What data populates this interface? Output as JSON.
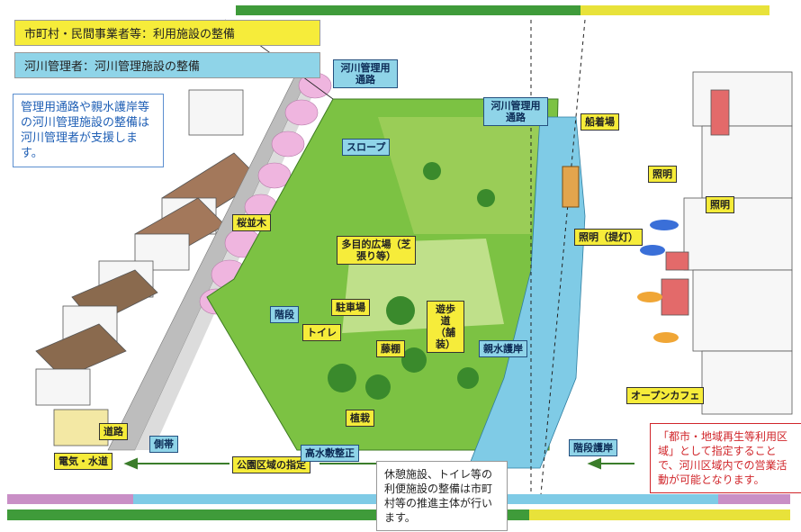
{
  "legend": {
    "municipal": "市町村・民間事業者等：利用施設の整備",
    "river_admin": "河川管理者：河川管理施設の整備"
  },
  "callouts": {
    "support": "管理用通路や親水護岸等の河川管理施設の整備は河川管理者が支援します。",
    "rest_facilities": "休憩施設、トイレ等の利便施設の整備は市町村等の推進主体が行います。",
    "designation": "「都市・地域再生等利用区域」として指定することで、河川区域内での営業活動が可能となります。"
  },
  "yellow_labels": {
    "boat_landing": "船着場",
    "cherry_trees": "桜並木",
    "multipurpose_plaza": "多目的広場（芝張り等）",
    "parking": "駐車場",
    "toilet": "トイレ",
    "arbor": "藤棚",
    "promenade": "遊歩道（舗装）",
    "planting": "植栽",
    "open_cafe": "オープンカフェ",
    "road": "道路",
    "utilities": "電気・水道",
    "park_designation": "公園区域の指定",
    "lighting": "照明",
    "lanterns": "照明（提灯）",
    "lighting_right": "照明"
  },
  "blue_labels": {
    "mgmt_path_left": "河川管理用通路",
    "mgmt_path_right": "河川管理用通路",
    "slope": "スロープ",
    "stairs": "階段",
    "revetment": "親水護岸",
    "stair_revetment": "階段護岸",
    "levee": "高水敷整正",
    "side_ditch": "側帯"
  },
  "colors": {
    "legend_yellow": "#f6ec3a",
    "legend_blue": "#8fd4e8",
    "river": "#7fcbe6",
    "grass": "#7cc243",
    "bar_green": "#3f9b3a",
    "bar_purple": "#c98fc6"
  }
}
